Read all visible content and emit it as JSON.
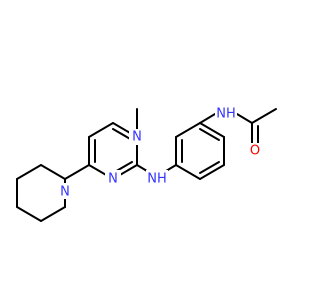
{
  "structure": {
    "colors": {
      "bond": "#000000",
      "nitrogen": "#3333ff",
      "oxygen": "#ff0000",
      "background": "#ffffff"
    },
    "atom_labels": {
      "n_piperidine": "N",
      "n_pyrimidine_1": "N",
      "n_pyrimidine_2": "N",
      "nh_amine_1": "NH",
      "nh_amine_2": "NH",
      "o_carbonyl": "O"
    }
  }
}
